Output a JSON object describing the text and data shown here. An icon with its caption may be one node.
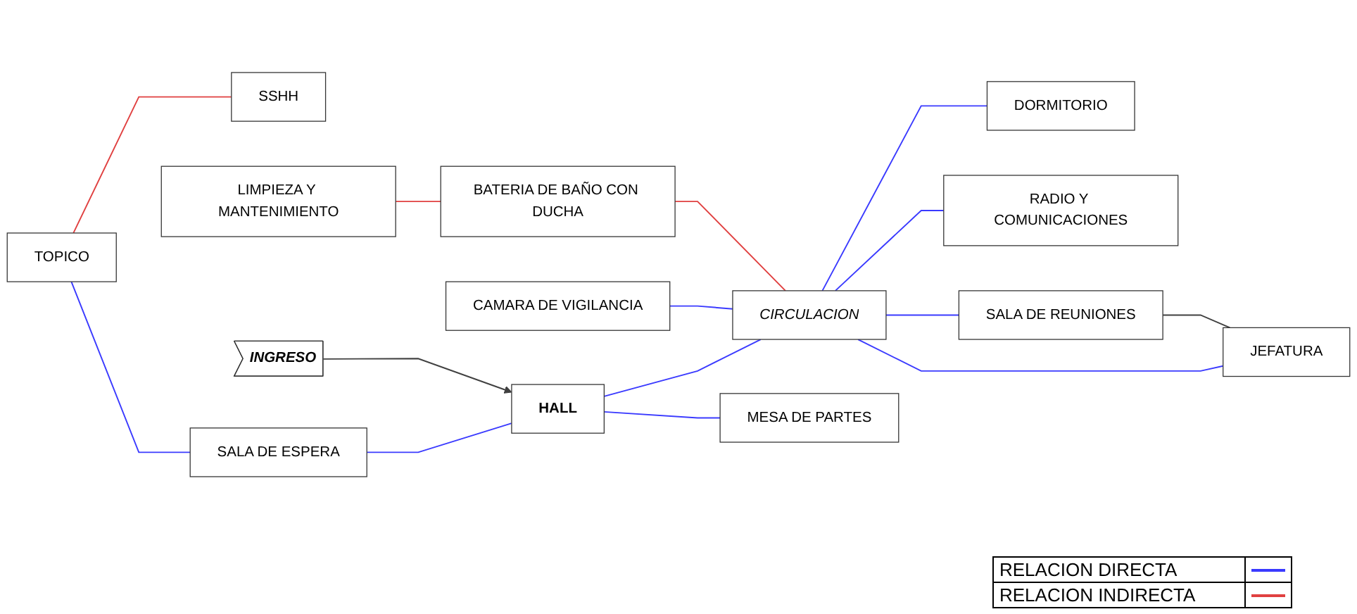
{
  "diagram": {
    "nodes": [
      {
        "text": [
          "TOPICO"
        ]
      },
      {
        "text": [
          "SSHH"
        ]
      },
      {
        "text": [
          "CAMARA DE VIGILANCIA"
        ]
      },
      {
        "text": [
          "LIMPIEZA Y MANTENIMIENTO"
        ]
      },
      {
        "text": [
          "SALA DE ESPERA"
        ]
      },
      {
        "text": [
          "BATERIA DE BAÑO CON DUCHA"
        ]
      },
      {
        "text": [
          "INGRESO"
        ]
      },
      {
        "text": [
          "HALL"
        ]
      },
      {
        "text": [
          "CIRCULACION"
        ]
      },
      {
        "text": [
          "DORMITORIO"
        ]
      },
      {
        "text": [
          "JEFATURA"
        ]
      },
      {
        "text": [
          "MESA DE PARTES"
        ]
      },
      {
        "text": [
          "RADIO Y COMUNICACIONES"
        ]
      },
      {
        "text": [
          "SALA DE REUNIONES"
        ]
      }
    ],
    "edges": [
      {
        "from": 0,
        "to": 1,
        "arrow": "none",
        "color": "#e04040"
      },
      {
        "from": 0,
        "to": 4,
        "arrow": "none",
        "color": "#3a3aff"
      },
      {
        "from": 4,
        "to": 7,
        "arrow": "none",
        "color": "#3a3aff"
      },
      {
        "from": 6,
        "to": 7,
        "arrow": "to",
        "color": "#404040"
      },
      {
        "from": 7,
        "to": 11,
        "arrow": "none",
        "color": "#3a3aff"
      },
      {
        "from": 7,
        "to": 8,
        "arrow": "none",
        "color": "#3a3aff"
      },
      {
        "from": 2,
        "to": 8,
        "arrow": "none",
        "color": "#3a3aff"
      },
      {
        "from": 3,
        "to": 5,
        "arrow": "none",
        "color": "#e04040"
      },
      {
        "from": 5,
        "to": 8,
        "arrow": "none",
        "color": "#e04040"
      },
      {
        "from": 8,
        "to": 9,
        "arrow": "none",
        "color": "#3a3aff"
      },
      {
        "from": 8,
        "to": 12,
        "arrow": "none",
        "color": "#3a3aff"
      },
      {
        "from": 8,
        "to": 13,
        "arrow": "none",
        "color": "#3a3aff"
      },
      {
        "from": 8,
        "to": 10,
        "arrow": "none",
        "color": "#3a3aff"
      },
      {
        "from": 13,
        "to": 10,
        "arrow": "none",
        "color": "#404040"
      }
    ],
    "legend": [
      {
        "text": "RELACION DIRECTA",
        "color": "#3a3aff"
      },
      {
        "text": "RELACION INDIRECTA",
        "color": "#e04040"
      }
    ]
  }
}
